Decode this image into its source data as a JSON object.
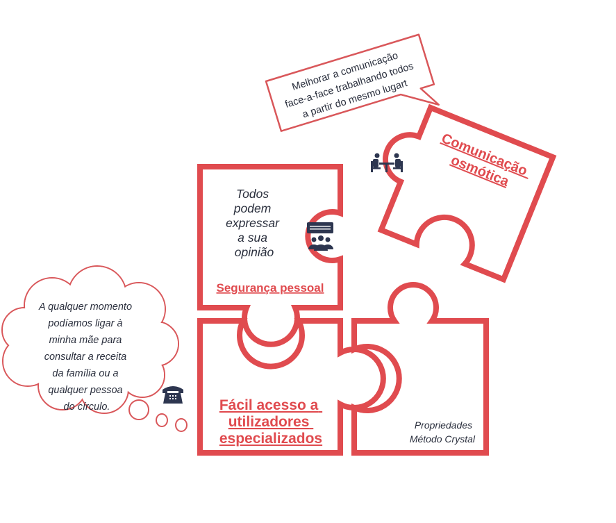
{
  "colors": {
    "accent": "#e04b4f",
    "ink": "#2d3650",
    "text": "#2a2f3d"
  },
  "speech_bubble": {
    "lines": [
      "Melhorar a comunicação",
      "face-a-face trabalhando todos",
      "a partir do mesmo lugart"
    ]
  },
  "thought_cloud": {
    "lines": [
      "A qualquer momento",
      "podíamos ligar à",
      "minha mãe para",
      "consultar a receita",
      "da família ou a",
      "qualquer pessoa",
      "do círculo."
    ]
  },
  "pieces": {
    "seguranca": {
      "quote": [
        "Todos",
        "podem",
        "expressar",
        "a sua",
        "opinião"
      ],
      "title": "Segurança pessoal",
      "icon": "group-discussion-icon"
    },
    "comunicacao": {
      "title": [
        "Comunicação",
        "osmótica"
      ],
      "icon": "meeting-table-icon"
    },
    "facil_acesso": {
      "title": [
        "Fácil acesso a",
        "utilizadores",
        "especializados"
      ],
      "icon": "telephone-icon"
    },
    "propriedades": {
      "lines": [
        "Propriedades",
        "Método Crystal"
      ]
    }
  }
}
